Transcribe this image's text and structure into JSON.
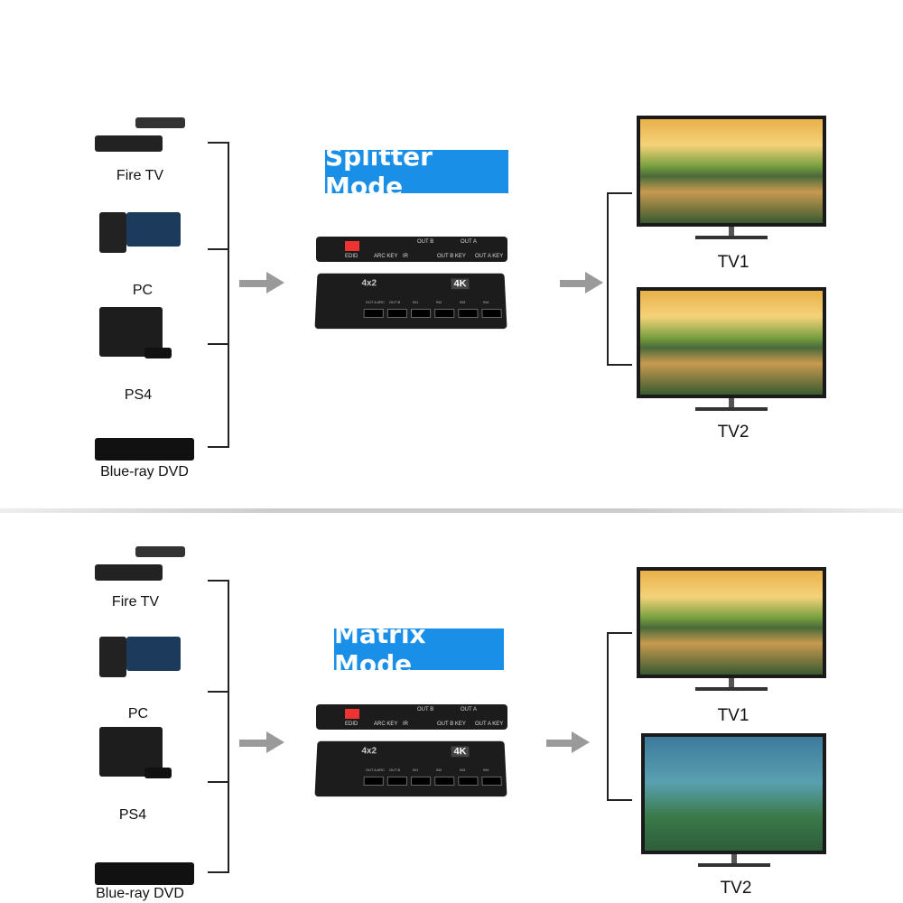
{
  "sections": [
    {
      "mode_label": "Splitter Mode",
      "sources": [
        {
          "label": "Fire TV",
          "icon": "fire-tv-icon"
        },
        {
          "label": "PC",
          "icon": "desktop-pc-icon"
        },
        {
          "label": "PS4",
          "icon": "ps4-console-icon"
        },
        {
          "label": "Blue-ray DVD",
          "icon": "bluray-player-icon"
        }
      ],
      "outputs": [
        {
          "label": "TV1",
          "picture": "landscape"
        },
        {
          "label": "TV2",
          "picture": "landscape"
        }
      ]
    },
    {
      "mode_label": "Matrix Mode",
      "sources": [
        {
          "label": "Fire TV",
          "icon": "fire-tv-icon"
        },
        {
          "label": "PC",
          "icon": "desktop-pc-icon"
        },
        {
          "label": "PS4",
          "icon": "ps4-console-icon"
        },
        {
          "label": "Blue-ray DVD",
          "icon": "bluray-player-icon"
        }
      ],
      "outputs": [
        {
          "label": "TV1",
          "picture": "landscape"
        },
        {
          "label": "TV2",
          "picture": "cartoon"
        }
      ]
    }
  ],
  "device": {
    "model": "4x2",
    "brand_mark": "4K",
    "ports": [
      "OUT A ARC",
      "OUT B",
      "IN1",
      "IN2",
      "IN3",
      "IN4"
    ],
    "rear_labels": [
      "EDID",
      "ARC KEY",
      "IR",
      "OUT B",
      "OUT B KEY",
      "OUT A",
      "OUT A KEY"
    ]
  },
  "colors": {
    "badge": "#1a8fe8",
    "arrow": "#9a9a9a",
    "bracket": "#222222"
  }
}
